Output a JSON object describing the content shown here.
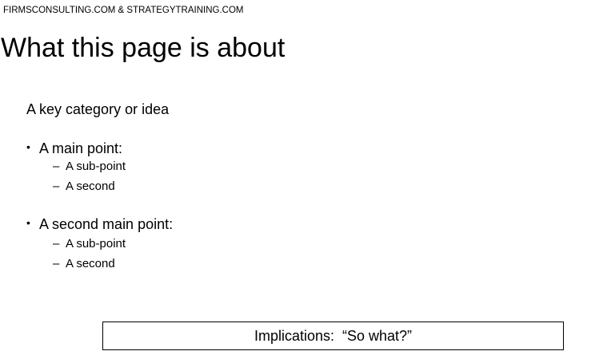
{
  "header": {
    "brand": "FIRMSCONSULTING.COM & STRATEGYTRAINING.COM"
  },
  "slide": {
    "title": "What this page is about",
    "category": "A key category or idea",
    "points": [
      {
        "bullet": "•",
        "label": "A main point:",
        "subpoints": [
          {
            "dash": "–",
            "text": "A sub-point"
          },
          {
            "dash": "–",
            "text": "A second"
          }
        ]
      },
      {
        "bullet": "•",
        "label": "A second main point:",
        "subpoints": [
          {
            "dash": "–",
            "text": "A sub-point"
          },
          {
            "dash": "–",
            "text": "A second"
          }
        ]
      }
    ],
    "implication": "Implications:  “So what?”"
  }
}
